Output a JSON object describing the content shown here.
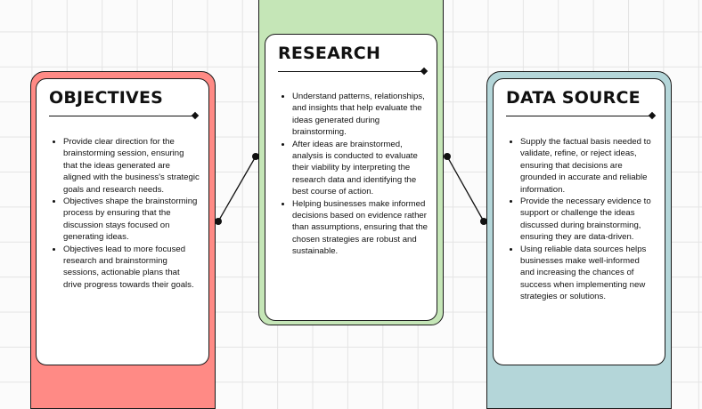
{
  "colors": {
    "objectives": "#ff8a85",
    "research": "#c5e6b7",
    "data_source": "#b4d6d9"
  },
  "objectives": {
    "title": "OBJECTIVES",
    "bullets": [
      "Provide clear direction for the brainstorming session, ensuring that the ideas generated are aligned with the business's strategic goals and research needs.",
      "Objectives shape the brainstorming process by ensuring that the discussion stays focused on generating ideas.",
      "Objectives lead to more focused research and brainstorming sessions, actionable plans that drive progress towards their goals."
    ]
  },
  "research": {
    "title": "RESEARCH",
    "bullets": [
      "Understand patterns, relationships, and insights that help evaluate the ideas generated during brainstorming.",
      "After ideas are brainstormed, analysis is conducted to evaluate their viability by interpreting the research data and identifying the best course of action.",
      "Helping businesses make informed decisions based on evidence rather than assumptions, ensuring that the chosen strategies are robust and sustainable."
    ]
  },
  "data_source": {
    "title": "DATA SOURCE",
    "bullets": [
      "Supply the factual basis needed to validate, refine, or reject ideas, ensuring that decisions are grounded in accurate and reliable information.",
      "Provide the necessary evidence to support or challenge the ideas discussed during brainstorming, ensuring they are data-driven.",
      "Using reliable data sources helps businesses make well-informed and increasing the chances of success when implementing new strategies or solutions."
    ]
  }
}
